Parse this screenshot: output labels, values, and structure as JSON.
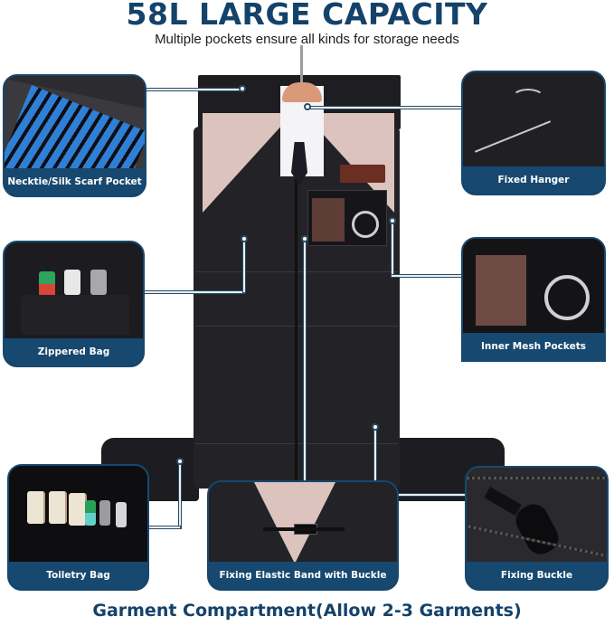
{
  "header": {
    "title": "58L LARGE CAPACITY",
    "subtitle": "Multiple pockets ensure all kinds for storage needs"
  },
  "callouts": [
    {
      "id": "necktie",
      "label": "Necktie/Silk Scarf Pocket"
    },
    {
      "id": "hanger",
      "label": "Fixed Hanger"
    },
    {
      "id": "zippered",
      "label": "Zippered Bag"
    },
    {
      "id": "mesh",
      "label": "Inner Mesh Pockets"
    },
    {
      "id": "toiletry",
      "label": "Toiletry Bag"
    },
    {
      "id": "elastic",
      "label": "Fixing Elastic Band with Buckle"
    },
    {
      "id": "buckle",
      "label": "Fixing Buckle"
    }
  ],
  "footer": {
    "caption": "Garment Compartment(Allow 2-3 Garments)"
  },
  "colors": {
    "brand_navy": "#17486f",
    "title_navy": "#14426a",
    "bag_black": "#232327"
  }
}
